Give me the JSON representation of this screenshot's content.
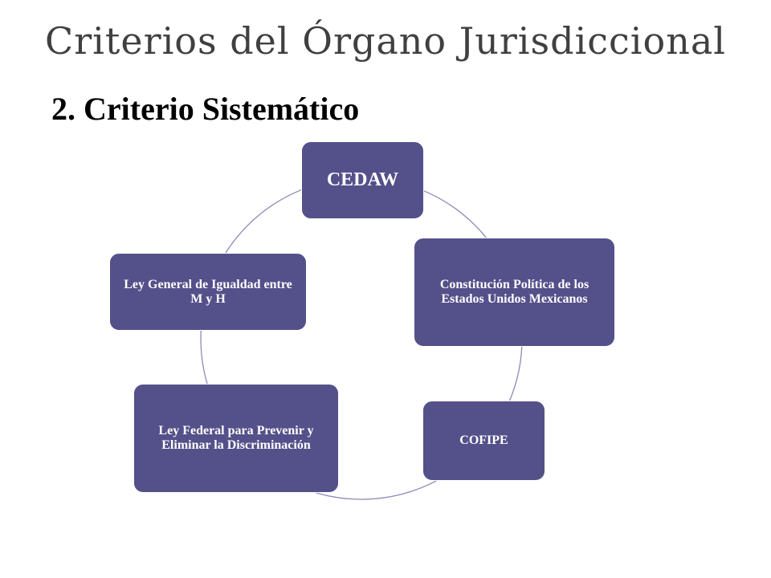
{
  "slide": {
    "title": "Criterios del Órgano Jurisdiccional",
    "subtitle": "2. Criterio Sistemático"
  },
  "cycle": {
    "node_color": "#54508a",
    "ring_color": "#8b89b6",
    "nodes": [
      {
        "label": "CEDAW"
      },
      {
        "label": "Constitución Política de los Estados Unidos Mexicanos"
      },
      {
        "label": "COFIPE"
      },
      {
        "label": "Ley Federal para Prevenir y Eliminar la Discriminación"
      },
      {
        "label": "Ley General de Igualdad entre M y H"
      }
    ]
  }
}
